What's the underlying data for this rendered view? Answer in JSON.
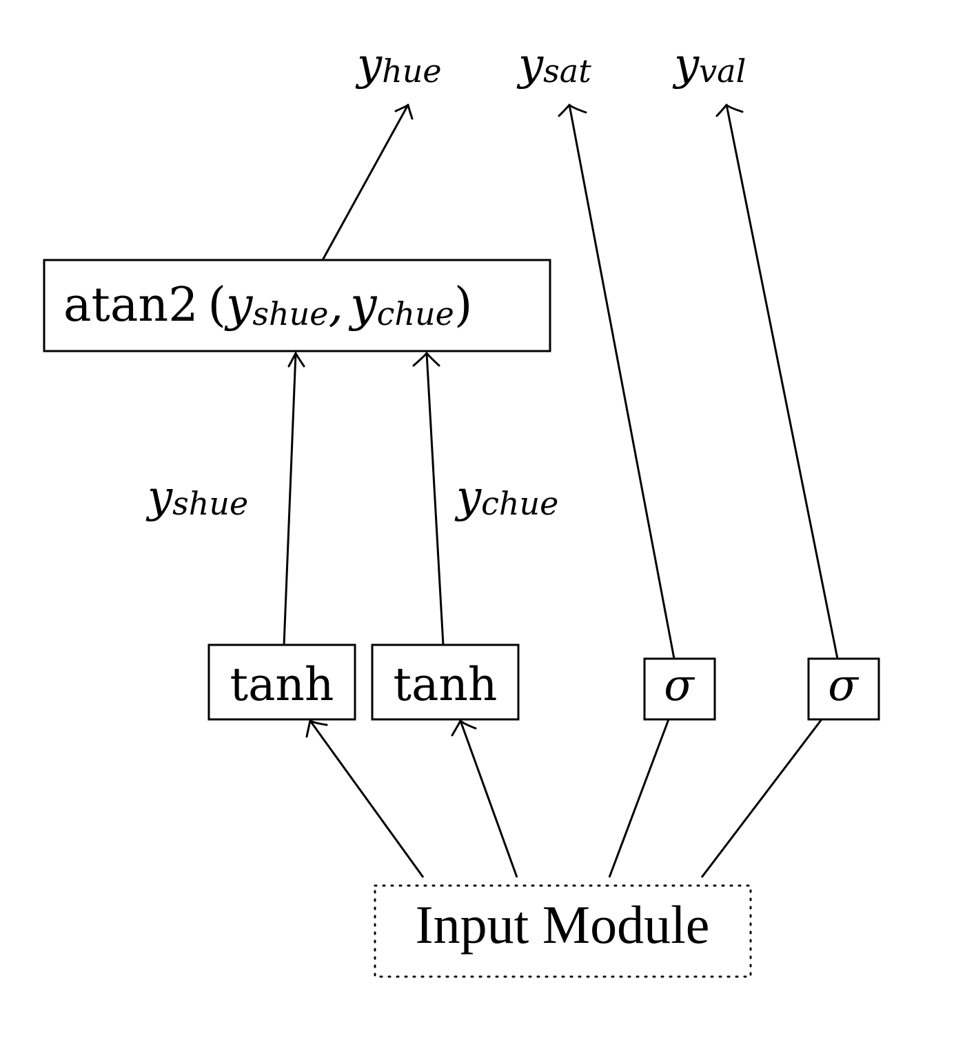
{
  "outputs": {
    "hue": {
      "base": "y",
      "sub": "hue"
    },
    "sat": {
      "base": "y",
      "sub": "sat"
    },
    "val": {
      "base": "y",
      "sub": "val"
    }
  },
  "atan2_node": {
    "func": "atan2",
    "open": "(",
    "arg1": {
      "base": "y",
      "sub": "shue"
    },
    "comma": ",",
    "arg2": {
      "base": "y",
      "sub": "chue"
    },
    "close": ")"
  },
  "edge_labels": {
    "shue": {
      "base": "y",
      "sub": "shue"
    },
    "chue": {
      "base": "y",
      "sub": "chue"
    }
  },
  "activations": {
    "tanh_1": "tanh",
    "tanh_2": "tanh",
    "sigma_1": "σ",
    "sigma_2": "σ"
  },
  "input_module": "Input Module"
}
